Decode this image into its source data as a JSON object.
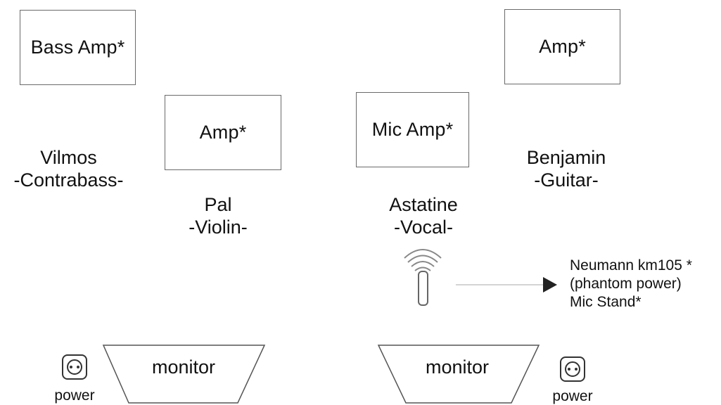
{
  "boxes": {
    "bass_amp": "Bass Amp*",
    "violin_amp": "Amp*",
    "mic_amp": "Mic Amp*",
    "guitar_amp": "Amp*"
  },
  "musicians": {
    "vilmos": {
      "name": "Vilmos",
      "instrument": "-Contrabass-"
    },
    "pal": {
      "name": "Pal",
      "instrument": "-Violin-"
    },
    "astatine": {
      "name": "Astatine",
      "instrument": "-Vocal-"
    },
    "benjamin": {
      "name": "Benjamin",
      "instrument": "-Guitar-"
    }
  },
  "microphone": {
    "line1": "Neumann km105 *",
    "line2": "(phantom power)",
    "line3": "Mic Stand*"
  },
  "monitors": {
    "left": "monitor",
    "right": "monitor"
  },
  "power": {
    "left": "power",
    "right": "power"
  },
  "icons": [
    "power-outlet-icon",
    "microphone-icon",
    "arrow-right-icon"
  ]
}
